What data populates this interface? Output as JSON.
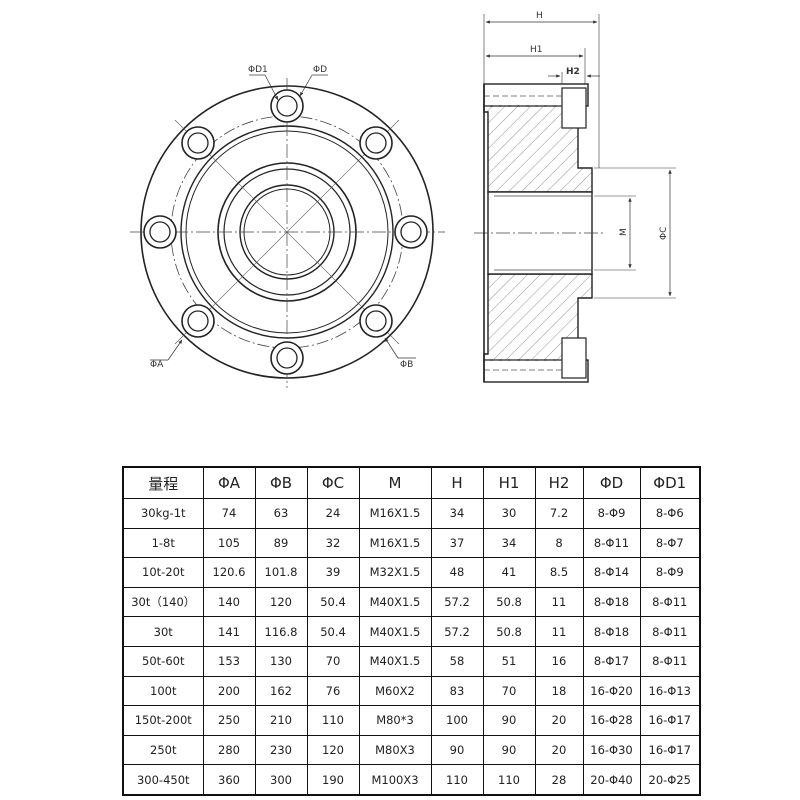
{
  "drawing": {
    "front_labels": {
      "d1": "ΦD1",
      "d": "ΦD",
      "a": "ΦA",
      "b": "ΦB"
    },
    "side_labels": {
      "h": "H",
      "h1": "H1",
      "h2": "H2",
      "m": "M",
      "c": "ΦC"
    }
  },
  "table": {
    "headers": [
      "量程",
      "ΦA",
      "ΦB",
      "ΦC",
      "M",
      "H",
      "H1",
      "H2",
      "ΦD",
      "ΦD1"
    ],
    "rows": [
      [
        "30kg-1t",
        "74",
        "63",
        "24",
        "M16X1.5",
        "34",
        "30",
        "7.2",
        "8-Φ9",
        "8-Φ6"
      ],
      [
        "1-8t",
        "105",
        "89",
        "32",
        "M16X1.5",
        "37",
        "34",
        "8",
        "8-Φ11",
        "8-Φ7"
      ],
      [
        "10t-20t",
        "120.6",
        "101.8",
        "39",
        "M32X1.5",
        "48",
        "41",
        "8.5",
        "8-Φ14",
        "8-Φ9"
      ],
      [
        "30t（140）",
        "140",
        "120",
        "50.4",
        "M40X1.5",
        "57.2",
        "50.8",
        "11",
        "8-Φ18",
        "8-Φ11"
      ],
      [
        "30t",
        "141",
        "116.8",
        "50.4",
        "M40X1.5",
        "57.2",
        "50.8",
        "11",
        "8-Φ18",
        "8-Φ11"
      ],
      [
        "50t-60t",
        "153",
        "130",
        "70",
        "M40X1.5",
        "58",
        "51",
        "16",
        "8-Φ17",
        "8-Φ11"
      ],
      [
        "100t",
        "200",
        "162",
        "76",
        "M60X2",
        "83",
        "70",
        "18",
        "16-Φ20",
        "16-Φ13"
      ],
      [
        "150t-200t",
        "250",
        "210",
        "110",
        "M80*3",
        "100",
        "90",
        "20",
        "16-Φ28",
        "16-Φ17"
      ],
      [
        "250t",
        "280",
        "230",
        "120",
        "M80X3",
        "90",
        "90",
        "20",
        "16-Φ30",
        "16-Φ17"
      ],
      [
        "300-450t",
        "360",
        "300",
        "190",
        "M100X3",
        "110",
        "110",
        "28",
        "20-Φ40",
        "20-Φ25"
      ]
    ]
  }
}
